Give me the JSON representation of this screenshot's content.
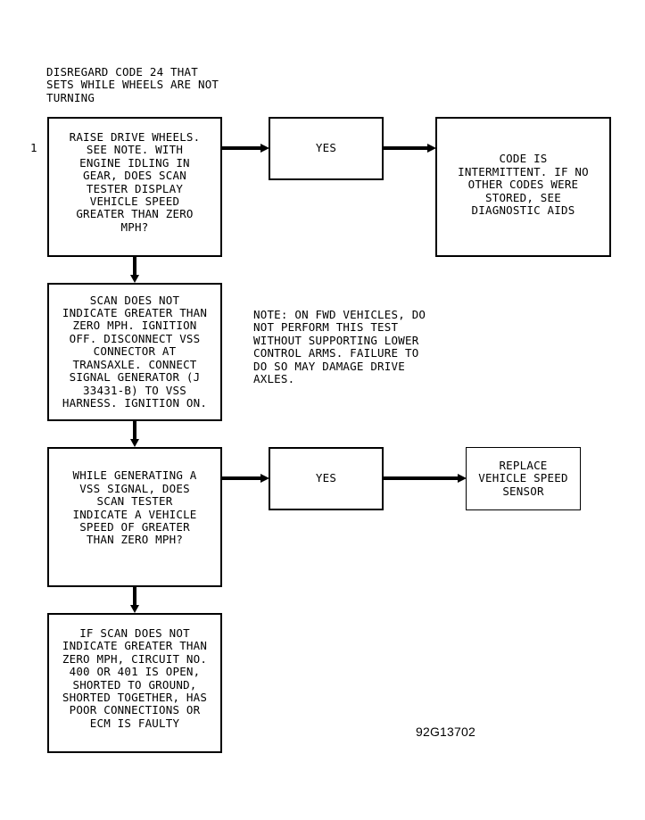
{
  "header_note": "DISREGARD CODE 24 THAT\nSETS WHILE WHEELS ARE NOT\nTURNING",
  "step_number": "1",
  "boxes": {
    "q1": "RAISE DRIVE WHEELS.\nSEE NOTE. WITH\nENGINE IDLING IN\nGEAR, DOES SCAN\nTESTER DISPLAY\nVEHICLE SPEED\nGREATER THAN ZERO\nMPH?",
    "yes1": "YES",
    "result1": "CODE IS\nINTERMITTENT. IF NO\nOTHER CODES WERE\nSTORED, SEE\nDIAGNOSTIC AIDS",
    "step2": "SCAN DOES NOT\nINDICATE GREATER THAN\nZERO MPH. IGNITION\nOFF. DISCONNECT VSS\nCONNECTOR AT\nTRANSAXLE. CONNECT\nSIGNAL GENERATOR (J\n33431-B) TO VSS\nHARNESS. IGNITION ON.",
    "q2": "WHILE GENERATING A\nVSS SIGNAL, DOES\nSCAN TESTER\nINDICATE A VEHICLE\nSPEED OF GREATER\nTHAN ZERO MPH?",
    "yes2": "YES",
    "result2": "REPLACE\nVEHICLE SPEED\nSENSOR",
    "final": "IF SCAN DOES NOT\nINDICATE GREATER THAN\nZERO MPH, CIRCUIT NO.\n400 OR 401 IS OPEN,\nSHORTED TO GROUND,\nSHORTED TOGETHER, HAS\nPOOR CONNECTIONS OR\nECM IS FAULTY"
  },
  "side_note": "NOTE: ON FWD VEHICLES, DO\nNOT PERFORM THIS TEST\nWITHOUT SUPPORTING LOWER\nCONTROL ARMS. FAILURE TO\nDO SO MAY DAMAGE DRIVE\nAXLES.",
  "figure_id": "92G13702"
}
